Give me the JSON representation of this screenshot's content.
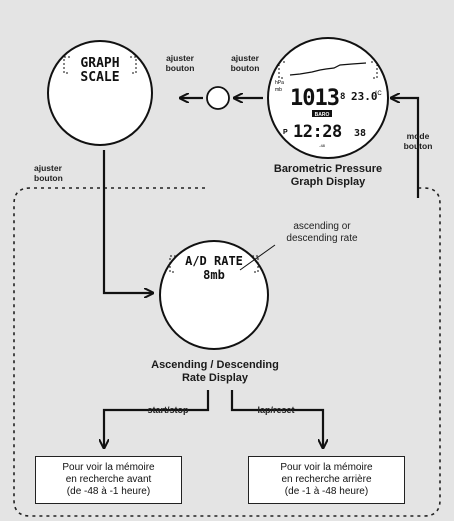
{
  "top_left_display": {
    "line1": "GRAPH",
    "line2": "SCALE"
  },
  "top_right_display": {
    "unit_top": "hPa",
    "unit_bottom": "mb",
    "pressure": "1013",
    "pressure_decimal": "8",
    "temperature": "23.0",
    "temp_unit": "°C",
    "baro_badge": "BARO",
    "pm_marker": "P",
    "time": "12:28",
    "seconds": "38",
    "small_mark": "-48"
  },
  "center_display": {
    "line1": "A/D RATE",
    "line2": "8mb"
  },
  "labels": {
    "ajuster_bouton_left": [
      "ajuster",
      "bouton"
    ],
    "ajuster_bouton_right": [
      "ajuster",
      "bouton"
    ],
    "ajuster_bouton_side": [
      "ajuster",
      "bouton"
    ],
    "mode_bouton": [
      "mode",
      "bouton"
    ],
    "start_stop": "start/stop",
    "lap_reset": "lap/reset"
  },
  "captions": {
    "barometric": [
      "Barometric Pressure",
      "Graph Display"
    ],
    "ascending": [
      "Ascending / Descending",
      "Rate Display"
    ]
  },
  "annotation": [
    "ascending or",
    "descending rate"
  ],
  "boxes": {
    "left": [
      "Pour voir la mémoire",
      "en recherche avant",
      "(de -48 à -1 heure)"
    ],
    "right": [
      "Pour voir la mémoire",
      "en recherche arrière",
      "(de -1 à -48 heure)"
    ]
  }
}
